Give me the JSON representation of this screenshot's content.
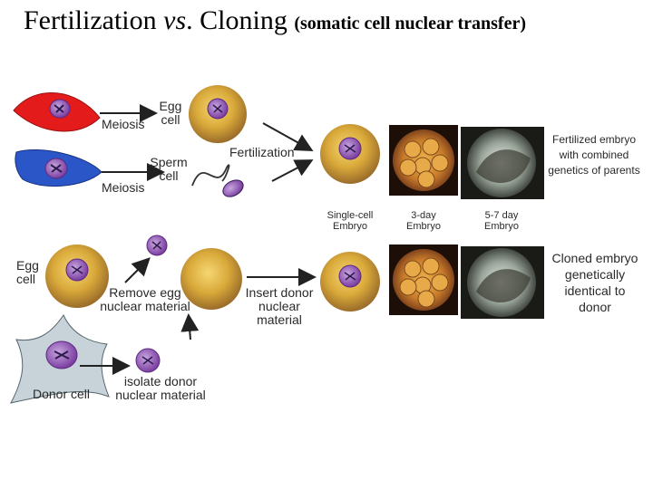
{
  "title": {
    "part1": "Fertilization ",
    "part2": "vs",
    "part3": ". Cloning ",
    "subtitle": "(somatic cell nuclear transfer)"
  },
  "fertilization": {
    "egg_cell": "Egg cell",
    "meiosis_top": "Meiosis",
    "sperm_cell": "Sperm cell",
    "meiosis_bottom": "Meiosis",
    "fertilization": "Fertilization",
    "result": "Fertilized embryo with combined genetics of parents"
  },
  "stages": {
    "single_cell": "Single-cell Embryo",
    "three_day": "3-day Embryo",
    "five_seven_day": "5-7 day Embryo"
  },
  "cloning": {
    "egg_cell": "Egg cell",
    "remove_egg": "Remove egg nuclear material",
    "insert_donor": "Insert donor nuclear material",
    "donor_cell": "Donor cell",
    "isolate_donor": "isolate donor nuclear material",
    "result": "Cloned embryo genetically identical to donor"
  },
  "colors": {
    "egg_red": "#e31b1b",
    "sperm_blue": "#2a56c8",
    "donor_gray": "#c7d3d8",
    "egg_gold": "#d9a93a",
    "nucleus_purple": "#8a4fb0"
  }
}
